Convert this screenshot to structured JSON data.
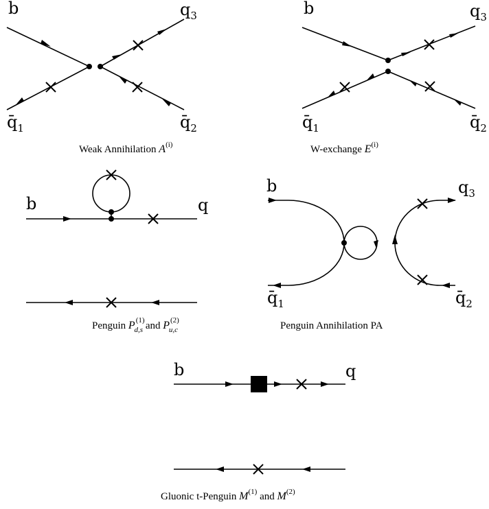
{
  "diagrams": {
    "weak_annihilation": {
      "labels": {
        "b": "b",
        "q3": "q",
        "q3_sub": "3",
        "qbar1": "q̄",
        "qbar1_sub": "1",
        "qbar2": "q̄",
        "qbar2_sub": "2"
      },
      "caption_text": "Weak Annihilation ",
      "caption_math": "A",
      "caption_sup": "(i)"
    },
    "w_exchange": {
      "labels": {
        "b": "b",
        "q3": "q",
        "q3_sub": "3",
        "qbar1": "q̄",
        "qbar1_sub": "1",
        "qbar2": "q̄",
        "qbar2_sub": "2"
      },
      "caption_text": "W-exchange ",
      "caption_math": "E",
      "caption_sup": "(i)"
    },
    "penguin": {
      "labels": {
        "b": "b",
        "q": "q"
      },
      "caption_text": "Penguin ",
      "caption_math1": "P",
      "caption_sup1": "(1)",
      "caption_sub1": "d,s",
      "caption_and": " and ",
      "caption_math2": "P",
      "caption_sup2": "(2)",
      "caption_sub2": "u,c"
    },
    "penguin_annihilation": {
      "labels": {
        "b": "b",
        "q3": "q",
        "q3_sub": "3",
        "qbar1": "q̄",
        "qbar1_sub": "1",
        "qbar2": "q̄",
        "qbar2_sub": "2"
      },
      "caption": "Penguin Annihilation PA"
    },
    "gluonic_t_penguin": {
      "labels": {
        "b": "b",
        "q": "q"
      },
      "caption_text": "Gluonic t-Penguin ",
      "caption_math1": "M",
      "caption_sup1": "(1)",
      "caption_and": " and ",
      "caption_math2": "M",
      "caption_sup2": "(2)"
    }
  }
}
